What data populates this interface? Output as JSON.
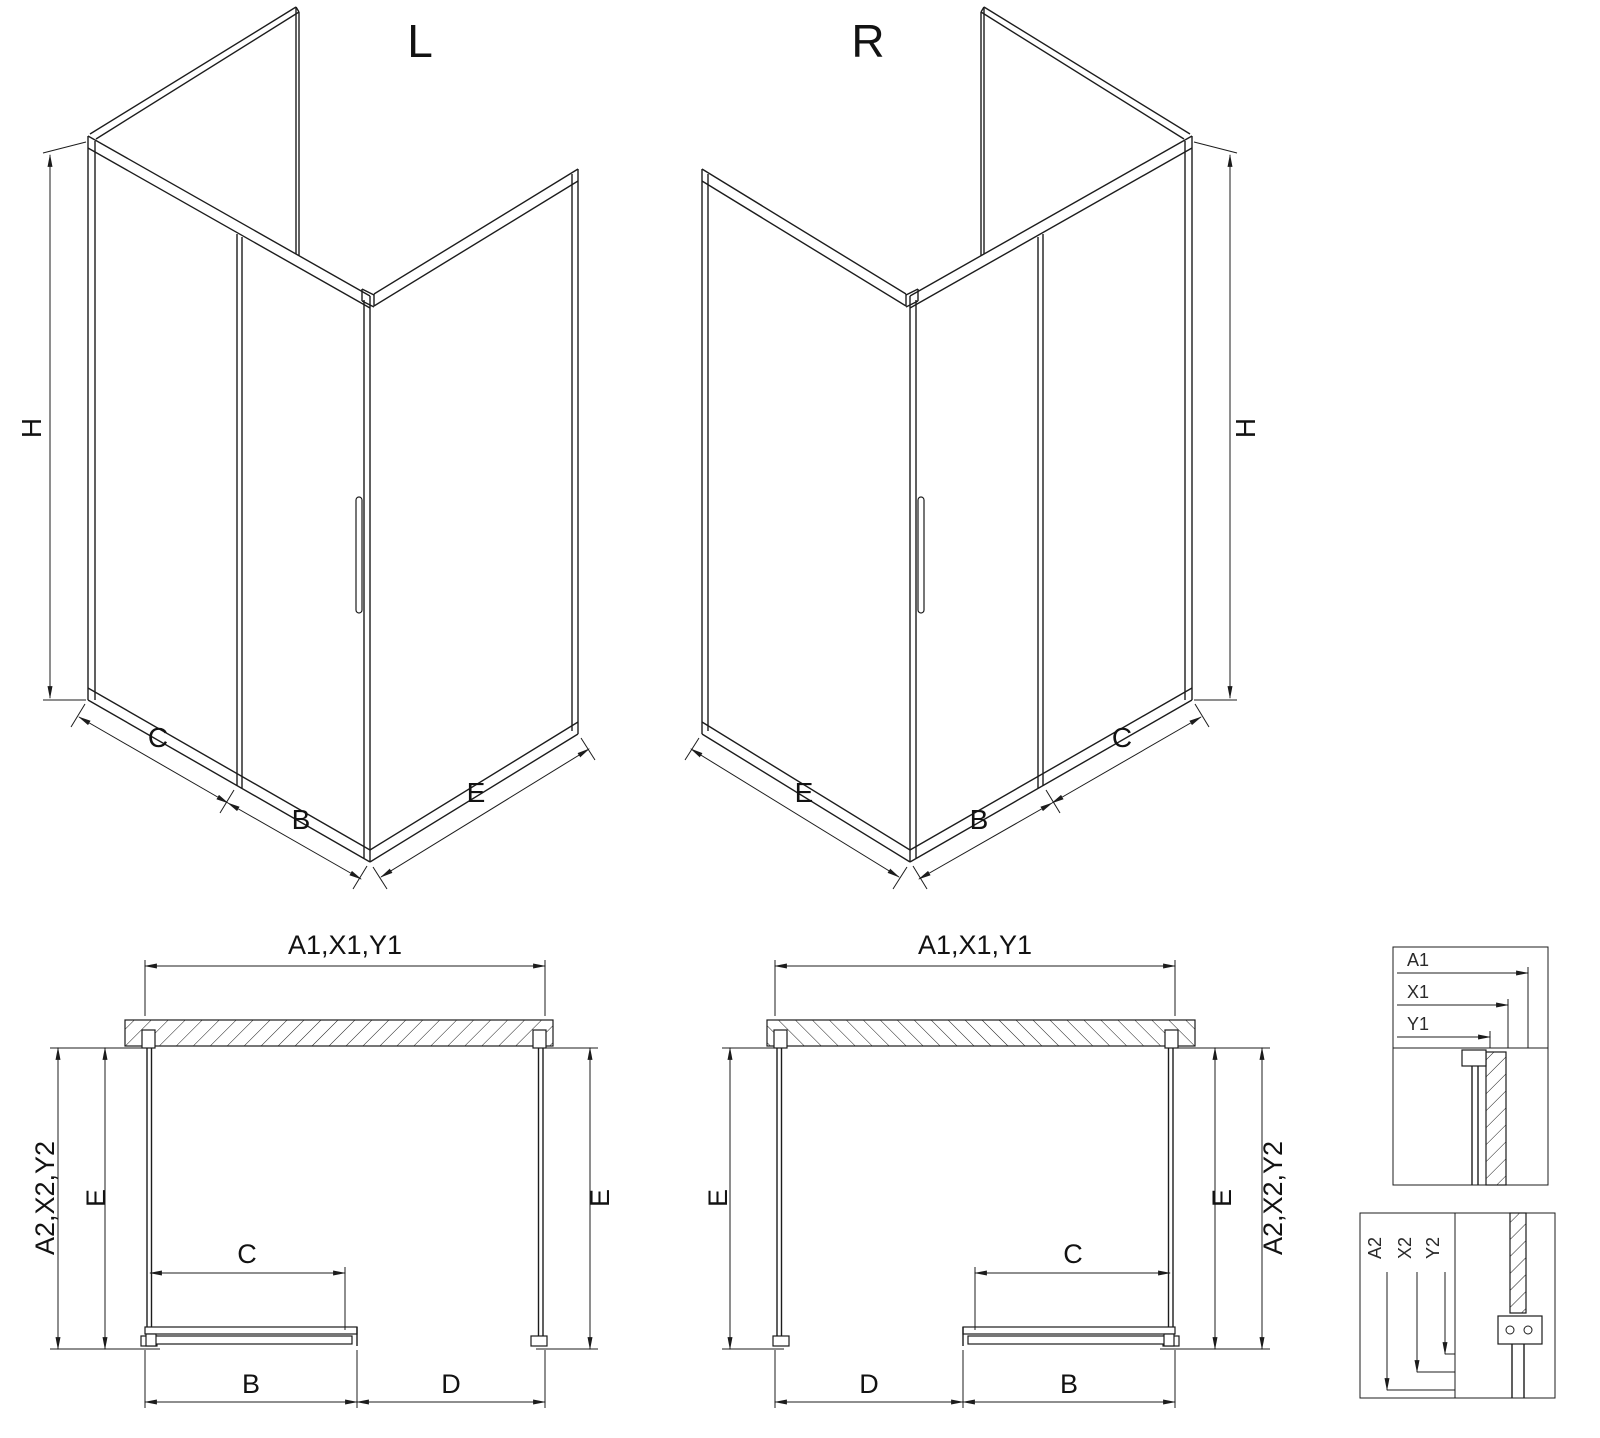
{
  "colors": {
    "line": "#1c1c1c",
    "background": "#ffffff"
  },
  "iso_left": {
    "title": "L",
    "dim_height": "H",
    "dim_c": "C",
    "dim_b": "B",
    "dim_e": "E"
  },
  "iso_right": {
    "title": "R",
    "dim_height": "H",
    "dim_c": "C",
    "dim_b": "B",
    "dim_e": "E"
  },
  "plan_left": {
    "dim_width": "A1,X1,Y1",
    "dim_depth": "A2,X2,Y2",
    "dim_e_left": "E",
    "dim_e_right": "E",
    "dim_c": "C",
    "dim_b": "B",
    "dim_d": "D"
  },
  "plan_right": {
    "dim_width": "A1,X1,Y1",
    "dim_depth": "A2,X2,Y2",
    "dim_e_left": "E",
    "dim_e_right": "E",
    "dim_c": "C",
    "dim_b": "B",
    "dim_d": "D"
  },
  "detail_width": {
    "a1": "A1",
    "x1": "X1",
    "y1": "Y1"
  },
  "detail_depth": {
    "a2": "A2",
    "x2": "X2",
    "y2": "Y2"
  }
}
